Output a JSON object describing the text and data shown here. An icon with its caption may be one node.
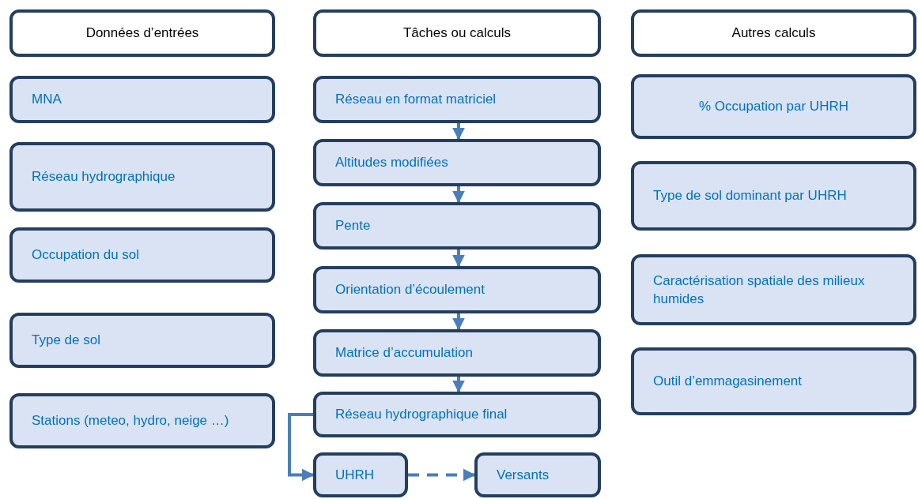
{
  "diagram": {
    "nodes": [
      {
        "text": [
          "Données d’entrées"
        ]
      },
      {
        "text": [
          "MNA"
        ]
      },
      {
        "text": [
          "Réseau hydrographique"
        ]
      },
      {
        "text": [
          "Occupation du sol"
        ]
      },
      {
        "text": [
          "Type de sol"
        ]
      },
      {
        "text": [
          "Stations (meteo, hydro, neige …)"
        ]
      },
      {
        "text": [
          "Tâches ou calculs"
        ]
      },
      {
        "text": [
          "Réseau en format matriciel"
        ]
      },
      {
        "text": [
          "Altitudes modifiées"
        ]
      },
      {
        "text": [
          "Pente"
        ]
      },
      {
        "text": [
          "Orientation d’écoulement"
        ]
      },
      {
        "text": [
          "Matrice d’accumulation"
        ]
      },
      {
        "text": [
          "Réseau hydrographique final"
        ]
      },
      {
        "text": [
          "UHRH"
        ]
      },
      {
        "text": [
          "Versants"
        ]
      },
      {
        "text": [
          "Autres calculs"
        ]
      },
      {
        "text": [
          "% Occupation par UHRH"
        ]
      },
      {
        "text": [
          "Type de sol dominant par UHRH"
        ]
      },
      {
        "text": [
          "Caractérisation spatiale des milieux humides"
        ]
      },
      {
        "text": [
          "Outil d’emmagasinement"
        ]
      }
    ],
    "edges": [
      {
        "from": 7,
        "to": 8,
        "arrow": "to"
      },
      {
        "from": 8,
        "to": 9,
        "arrow": "to"
      },
      {
        "from": 9,
        "to": 10,
        "arrow": "to"
      },
      {
        "from": 10,
        "to": 11,
        "arrow": "to"
      },
      {
        "from": 11,
        "to": 12,
        "arrow": "to"
      },
      {
        "from": 12,
        "to": 13,
        "arrow": "to"
      },
      {
        "from": 13,
        "to": 14,
        "arrow": "to",
        "style": "dashed"
      }
    ]
  }
}
